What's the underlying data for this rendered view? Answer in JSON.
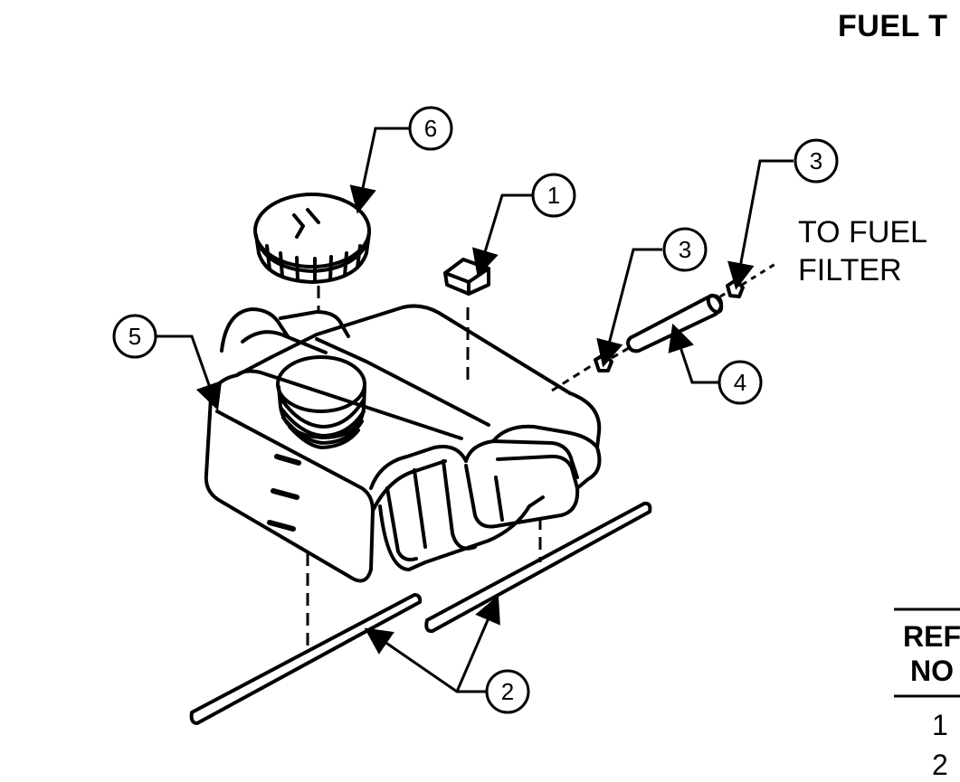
{
  "title": "FUEL T",
  "annotation": "TO FUEL\nFILTER",
  "callouts": {
    "c1": "1",
    "c2": "2",
    "c3a": "3",
    "c3b": "3",
    "c4": "4",
    "c5": "5",
    "c6": "6"
  },
  "table": {
    "header_line1": "REF",
    "header_line2": "NO",
    "rows": [
      "1",
      "2"
    ]
  }
}
